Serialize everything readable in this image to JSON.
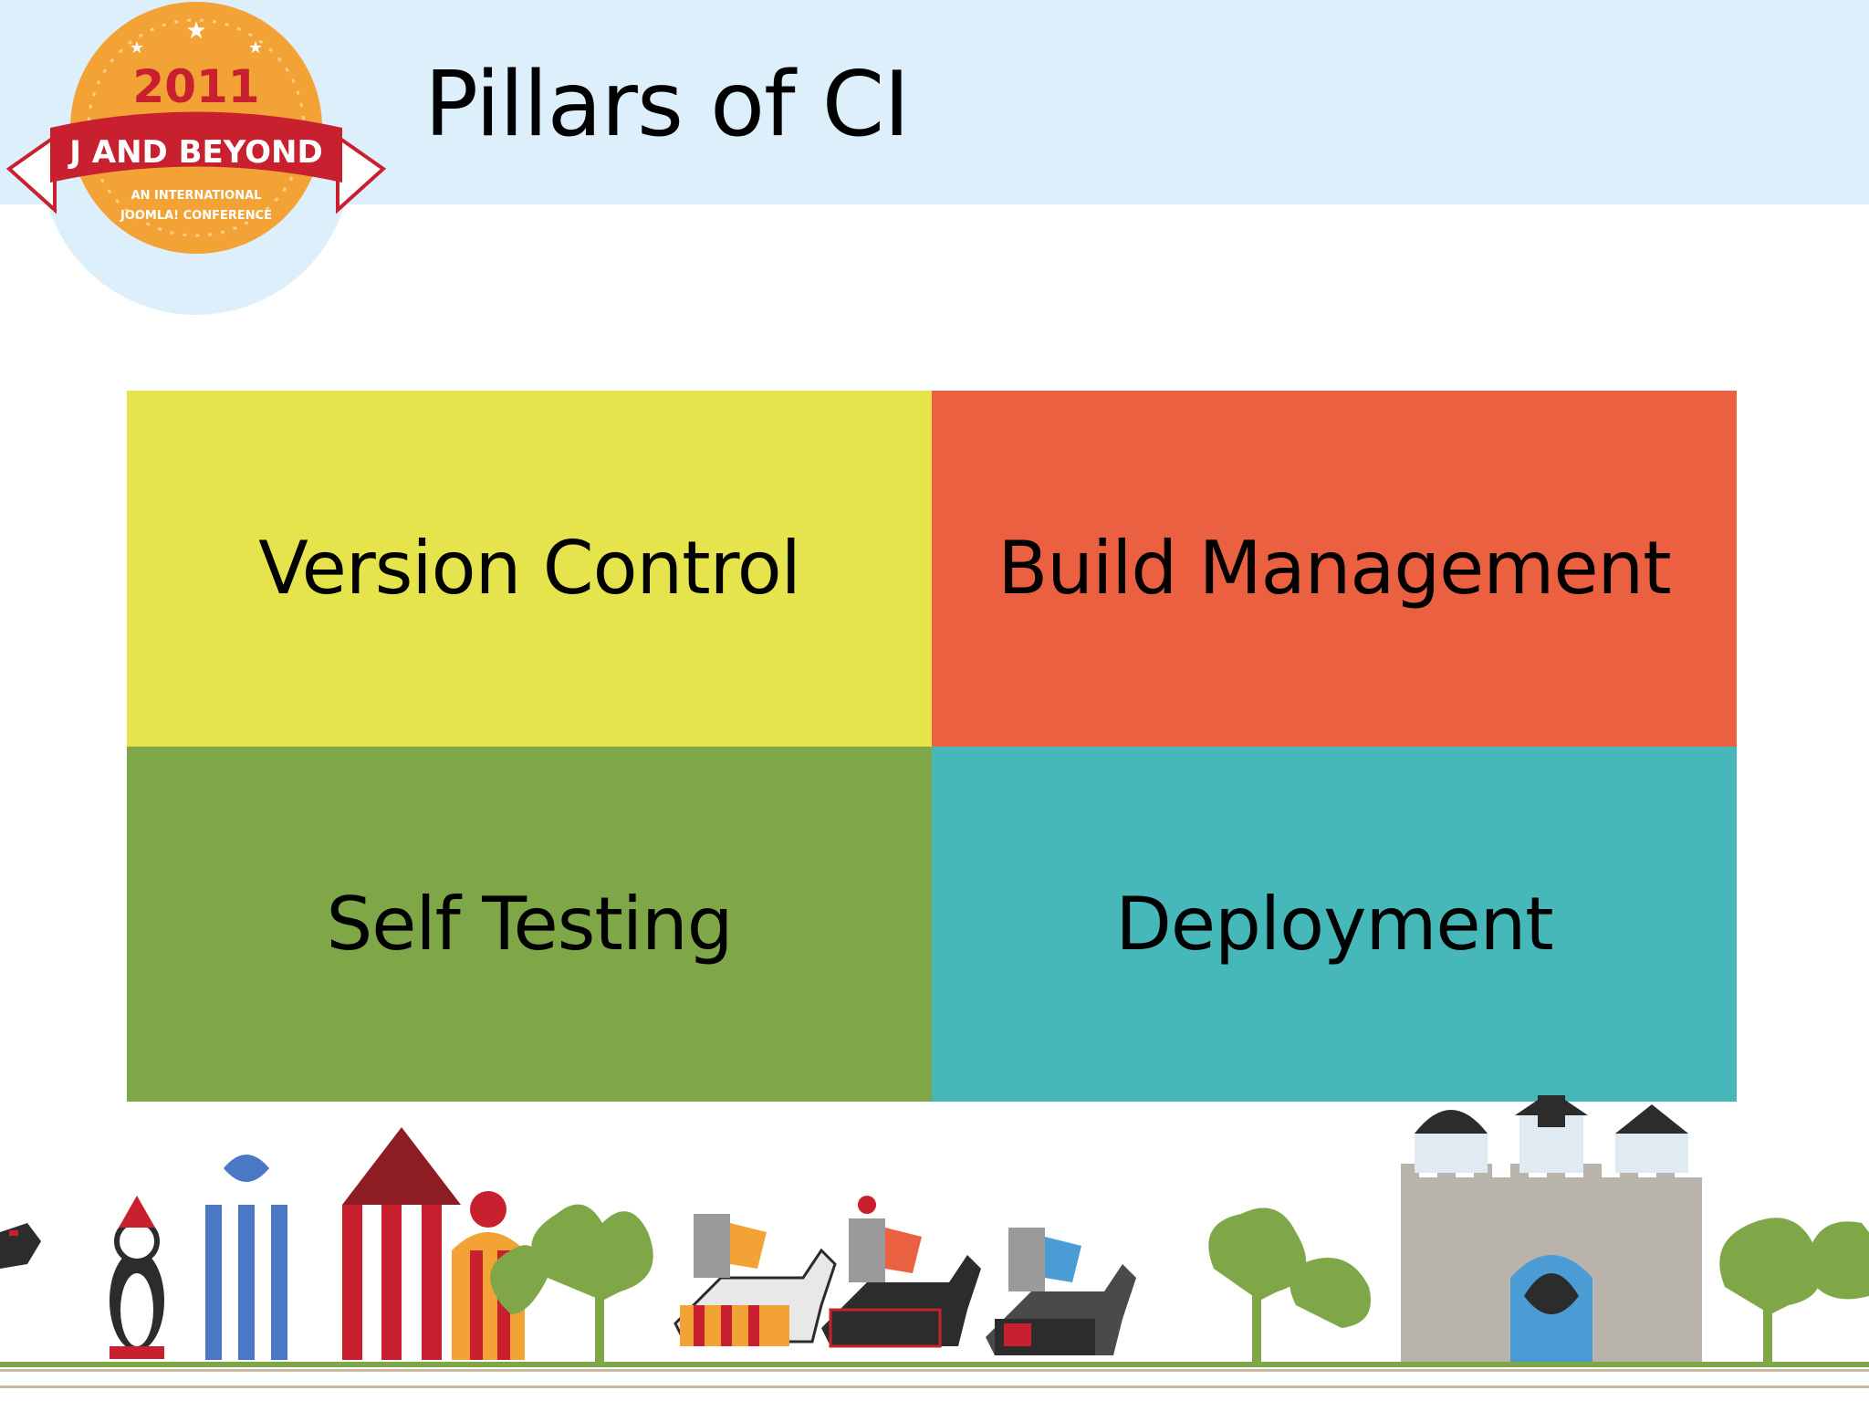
{
  "slide": {
    "title": "Pillars of CI"
  },
  "logo": {
    "year": "2011",
    "brand": "J AND BEYOND",
    "line1": "AN INTERNATIONAL",
    "line2": "JOOMLA! CONFERENCE"
  },
  "pillars": [
    {
      "label": "Version Control",
      "color": "#e6e44d"
    },
    {
      "label": "Build Management",
      "color": "#ea6040"
    },
    {
      "label": "Self Testing",
      "color": "#7fa748"
    },
    {
      "label": "Deployment",
      "color": "#47b8b9"
    }
  ],
  "colors": {
    "header_band": "#ddeffb",
    "logo_orange": "#f3a236",
    "logo_red": "#c9202f"
  }
}
